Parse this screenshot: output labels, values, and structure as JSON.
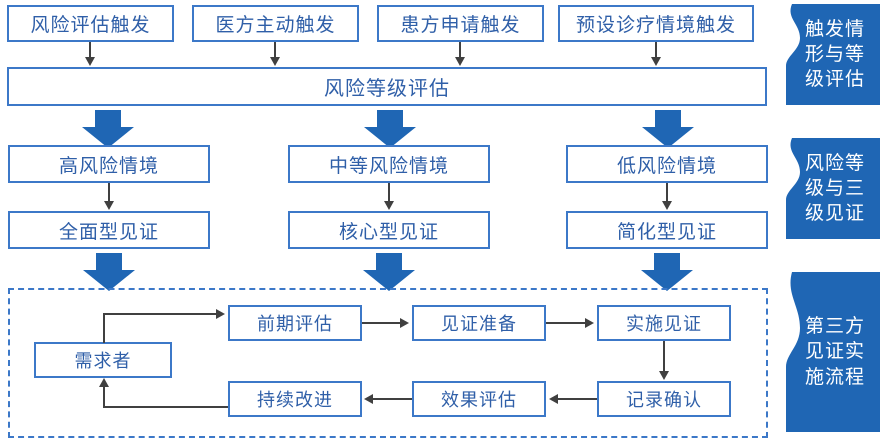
{
  "theme": {
    "box_border": "#3c78c8",
    "box_text": "#2f5fa8",
    "ribbon_fill": "#1f66b4",
    "ribbon_text": "#ffffff",
    "connector": "#404040",
    "fat_arrow": "#1f66b4",
    "background": "#ffffff"
  },
  "triggers": {
    "items": [
      {
        "label": "风险评估触发"
      },
      {
        "label": "医方主动触发"
      },
      {
        "label": "患方申请触发"
      },
      {
        "label": "预设诊疗情境触发"
      }
    ]
  },
  "assessment": {
    "label": "风险等级评估"
  },
  "risk_levels": {
    "items": [
      {
        "level": "高风险情境",
        "witness": "全面型见证"
      },
      {
        "level": "中等风险情境",
        "witness": "核心型见证"
      },
      {
        "level": "低风险情境",
        "witness": "简化型见证"
      }
    ]
  },
  "process": {
    "requester": "需求者",
    "top_row": [
      {
        "label": "前期评估"
      },
      {
        "label": "见证准备"
      },
      {
        "label": "实施见证"
      }
    ],
    "bottom_row": [
      {
        "label": "持续改进"
      },
      {
        "label": "效果评估"
      },
      {
        "label": "记录确认"
      }
    ]
  },
  "sidebar": {
    "panels": [
      {
        "label": "触发情形与等级评估"
      },
      {
        "label": "风险等级与三级见证"
      },
      {
        "label": "第三方见证实施流程"
      }
    ]
  }
}
